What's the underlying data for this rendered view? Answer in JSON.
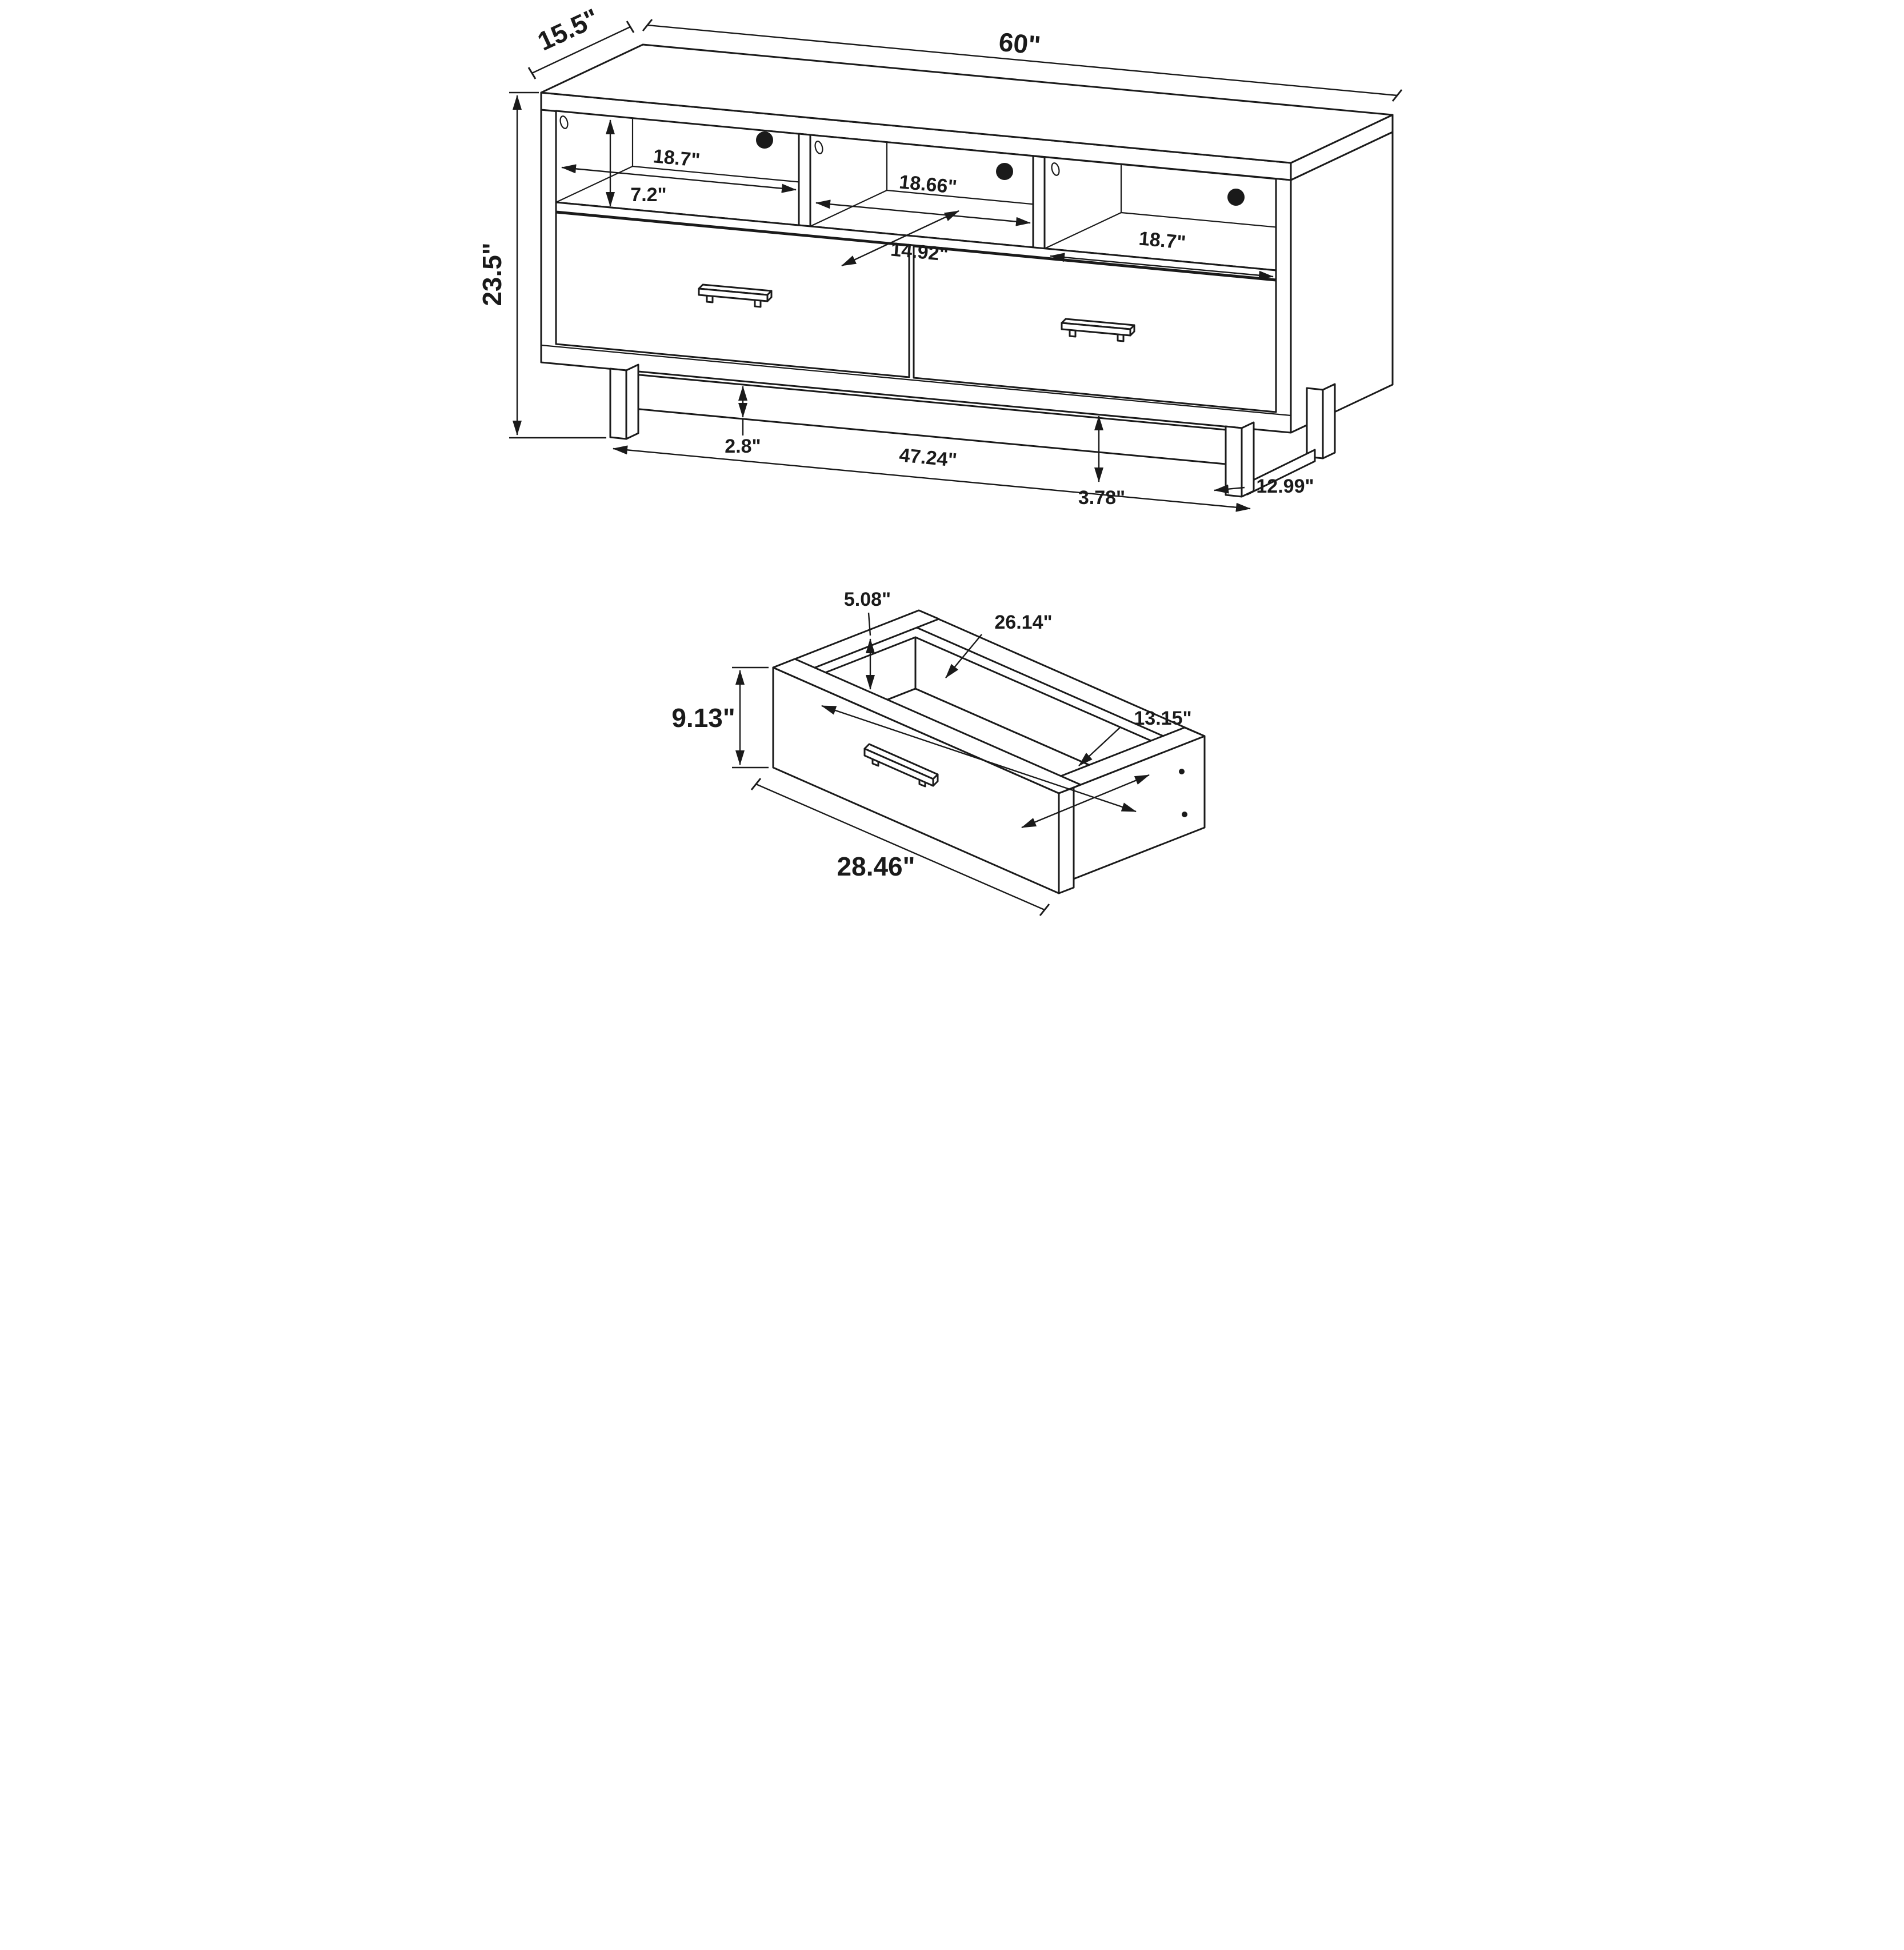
{
  "console": {
    "dims": {
      "width": "60\"",
      "depth": "15.5\"",
      "height": "23.5\"",
      "compartment1_width": "18.7\"",
      "compartment_height": "7.2\"",
      "compartment2_width": "18.66\"",
      "compartment_depth": "14.92\"",
      "compartment3_width": "18.7\"",
      "base_rail_height": "2.8\"",
      "base_span": "47.24\"",
      "leg_height": "3.78\"",
      "leg_side_span": "12.99\""
    }
  },
  "drawer": {
    "dims": {
      "front_height": "9.13\"",
      "inner_height": "5.08\"",
      "inner_length": "26.14\"",
      "inner_depth": "13.15\"",
      "width": "28.46\""
    }
  },
  "colors": {
    "line": "#1a1a1a",
    "background": "#ffffff"
  }
}
